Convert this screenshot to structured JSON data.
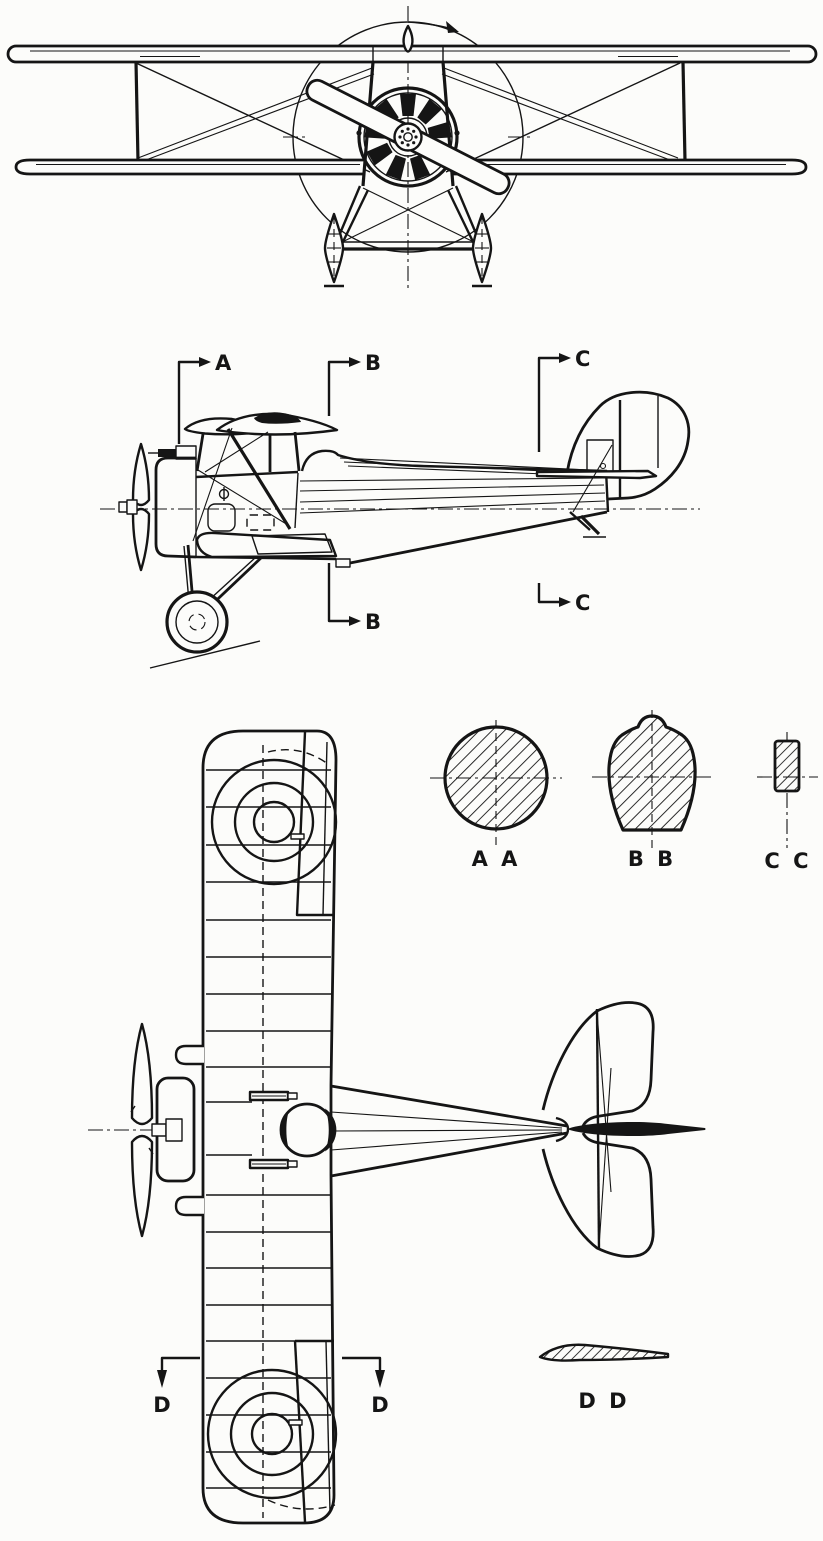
{
  "drawing": {
    "background": "#fcfcfa",
    "ink": "#151515",
    "type": "aircraft three-view technical drawing (biplane)",
    "views": {
      "front": "front view",
      "side": "side view",
      "plan": "top view",
      "sections": "fuselage cross sections",
      "airfoil": "wing airfoil section"
    },
    "section_markers": {
      "a_top": "A",
      "b_top": "B",
      "c_top": "C",
      "b_bottom": "B",
      "c_bottom": "C",
      "d_left": "D",
      "d_right": "D"
    },
    "section_labels": {
      "aa": "A A",
      "bb": "B B",
      "cc": "C C",
      "dd": "D D"
    }
  }
}
